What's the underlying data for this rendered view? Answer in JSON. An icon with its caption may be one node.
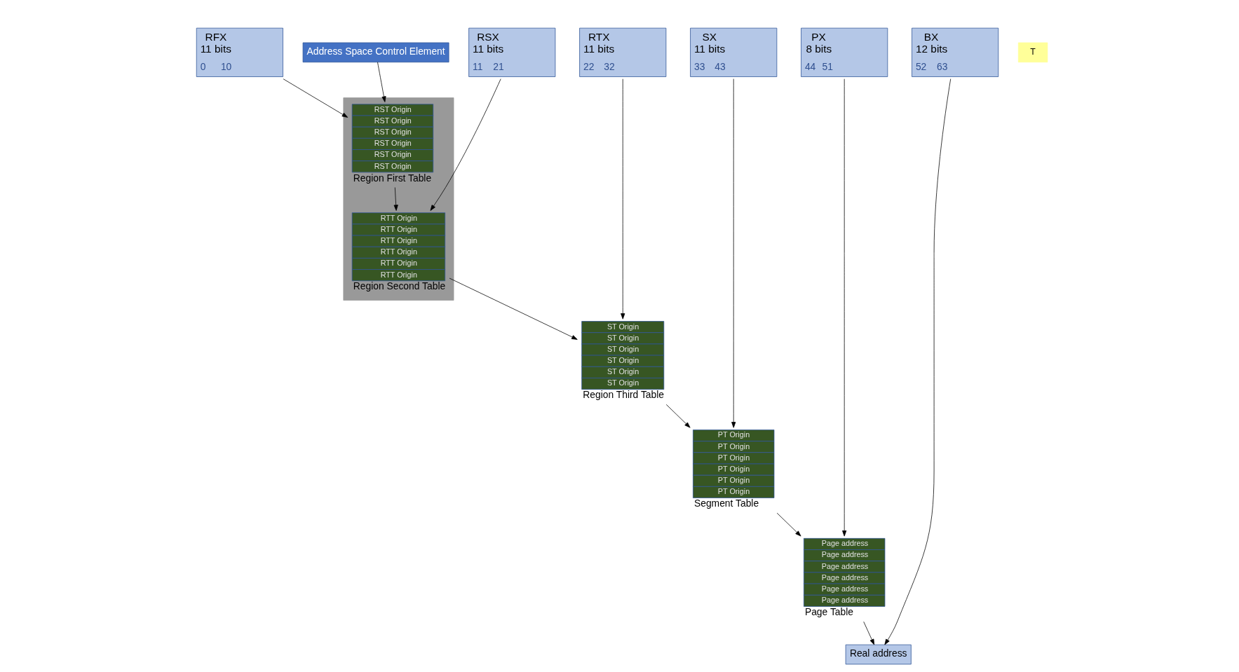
{
  "diagram": {
    "nodes": [
      {
        "text": [
          "RFX",
          "11 bits",
          "0",
          "10"
        ]
      },
      {
        "text": [
          "RSX",
          "11 bits",
          "11",
          "21"
        ]
      },
      {
        "text": [
          "RTX",
          "11 bits",
          "22",
          "32"
        ]
      },
      {
        "text": [
          "SX",
          "11 bits",
          "33",
          "43"
        ]
      },
      {
        "text": [
          "PX",
          "8 bits",
          "44",
          "51"
        ]
      },
      {
        "text": [
          "BX",
          "12 bits",
          "52",
          "63"
        ]
      },
      {
        "text": [],
        "shape": "box"
      },
      {
        "text": [
          "RST Origin",
          "RST Origin",
          "RST Origin",
          "RST Origin",
          "RST Origin",
          "RST Origin",
          "Region First Table"
        ],
        "in": 6
      },
      {
        "text": [
          "RTT Origin",
          "RTT Origin",
          "RTT Origin",
          "RTT Origin",
          "RTT Origin",
          "RTT Origin",
          "Region Second Table"
        ],
        "in": 6
      },
      {
        "text": [
          "ST Origin",
          "ST Origin",
          "ST Origin",
          "ST Origin",
          "ST Origin",
          "ST Origin",
          "Region Third Table"
        ]
      },
      {
        "text": [
          "PT Origin",
          "PT Origin",
          "PT Origin",
          "PT Origin",
          "PT Origin",
          "PT Origin",
          "Segment Table"
        ]
      },
      {
        "text": [
          "Page address",
          "Page address",
          "Page address",
          "Page address",
          "Page address",
          "Page address",
          "Page Table"
        ]
      },
      {
        "text": [
          "Real address"
        ]
      },
      {
        "text": [
          "Address Space Control Element"
        ]
      },
      {
        "text": [
          "T"
        ]
      }
    ],
    "edges": [
      {
        "from": 13,
        "to": 7,
        "arrow": "to"
      },
      {
        "from": 0,
        "to": 7,
        "arrow": "to"
      },
      {
        "from": 7,
        "to": 8,
        "arrow": "to"
      },
      {
        "from": 1,
        "to": 8,
        "arrow": "to"
      },
      {
        "from": 8,
        "to": 9,
        "arrow": "to"
      },
      {
        "from": 2,
        "to": 9,
        "arrow": "to"
      },
      {
        "from": 9,
        "to": 10,
        "arrow": "to"
      },
      {
        "from": 3,
        "to": 10,
        "arrow": "to"
      },
      {
        "from": 10,
        "to": 11,
        "arrow": "to"
      },
      {
        "from": 4,
        "to": 11,
        "arrow": "to"
      },
      {
        "from": 11,
        "to": 12,
        "arrow": "to"
      },
      {
        "from": 5,
        "to": 12,
        "arrow": "to"
      }
    ]
  }
}
